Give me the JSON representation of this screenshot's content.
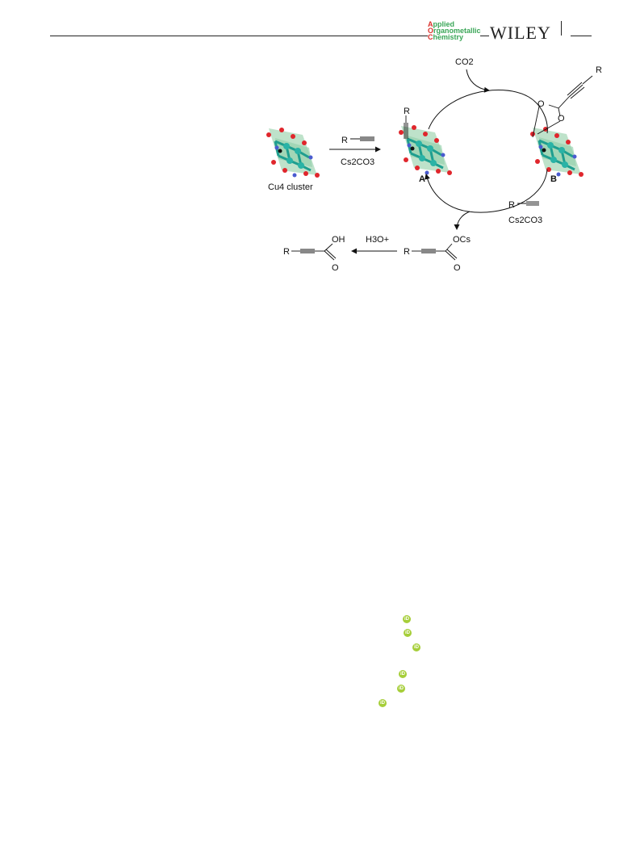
{
  "header": {
    "journal_logo": {
      "line1_cap": "A",
      "line1_rest": "pplied",
      "line2_cap": "O",
      "line2_rest": "rganometallic",
      "line3_cap": "C",
      "line3_rest": "hemistry"
    },
    "publisher": "WILEY"
  },
  "scheme": {
    "cluster_label": "Cu4 cluster",
    "reagent_top": "R",
    "reagent_bottom": "Cs2CO3",
    "co2": "CO2",
    "label_A": "A",
    "label_B": "B",
    "right_reagent_top": "R",
    "right_reagent_bottom": "Cs2CO3",
    "acid_label": "OH",
    "acid_O": "O",
    "acid_R": "R",
    "h3o": "H3O+",
    "salt_label": "OCs",
    "salt_O": "O",
    "salt_R": "R",
    "A_R": "R",
    "B_R": "R",
    "B_O1": "O",
    "B_O2": "O"
  },
  "orcid_badges": [
    "iD",
    "iD",
    "iD",
    "iD",
    "iD",
    "iD"
  ],
  "colors": {
    "cluster_fill": "#a8d8b8",
    "cu_atom": "#2ab3a6",
    "o_atom": "#e0262c",
    "n_atom": "#4a5bd0",
    "orcid": "#a6ce39"
  }
}
